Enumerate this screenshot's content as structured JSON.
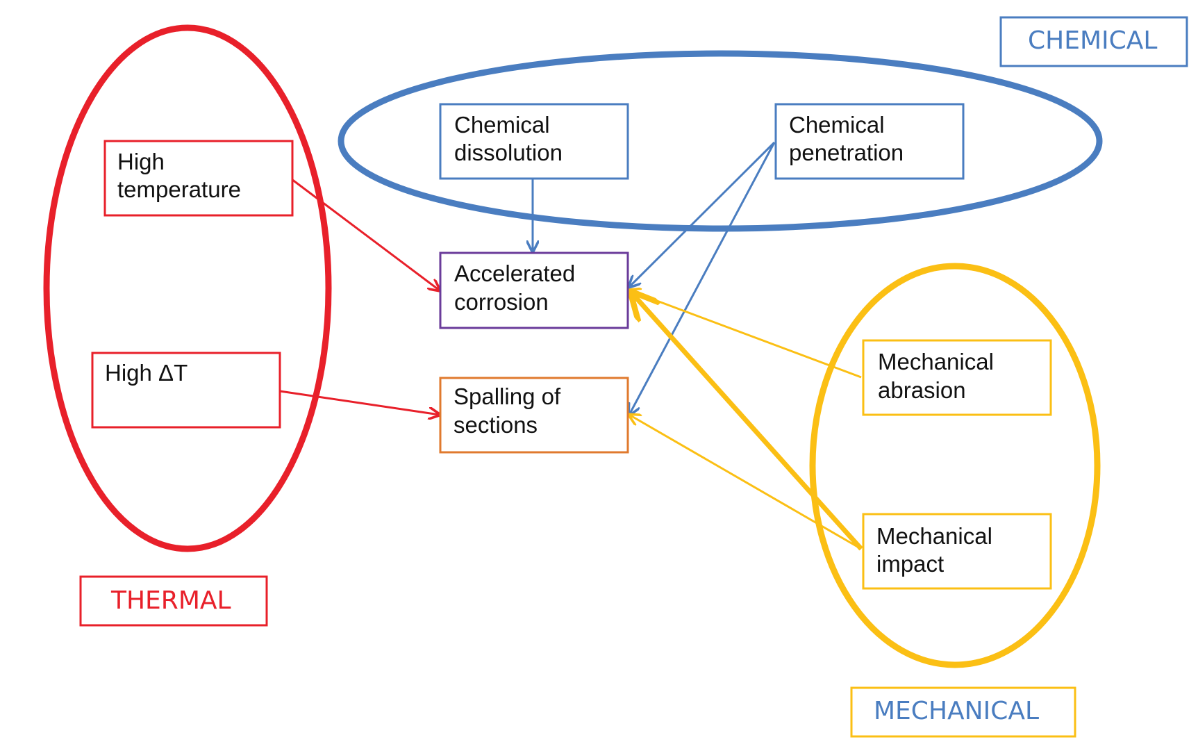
{
  "colors": {
    "thermal": "#e8202a",
    "chemical": "#4a7dc0",
    "mechanical": "#fbbf14",
    "corrosion_border": "#6a3b9a",
    "spalling_border": "#e07a2e",
    "label_blue": "#4a7dc0"
  },
  "groups": {
    "thermal": "THERMAL",
    "chemical": "CHEMICAL",
    "mechanical": "MECHANICAL"
  },
  "nodes": {
    "high_temperature": [
      "High",
      "temperature"
    ],
    "high_delta_t": [
      "High ΔT"
    ],
    "chemical_dissolution": [
      "Chemical",
      "dissolution"
    ],
    "chemical_penetration": [
      "Chemical",
      "penetration"
    ],
    "accelerated_corrosion": [
      "Accelerated",
      "corrosion"
    ],
    "spalling_of_sections": [
      "Spalling of",
      "sections"
    ],
    "mechanical_abrasion": [
      "Mechanical",
      "abrasion"
    ],
    "mechanical_impact": [
      "Mechanical",
      "impact"
    ]
  }
}
